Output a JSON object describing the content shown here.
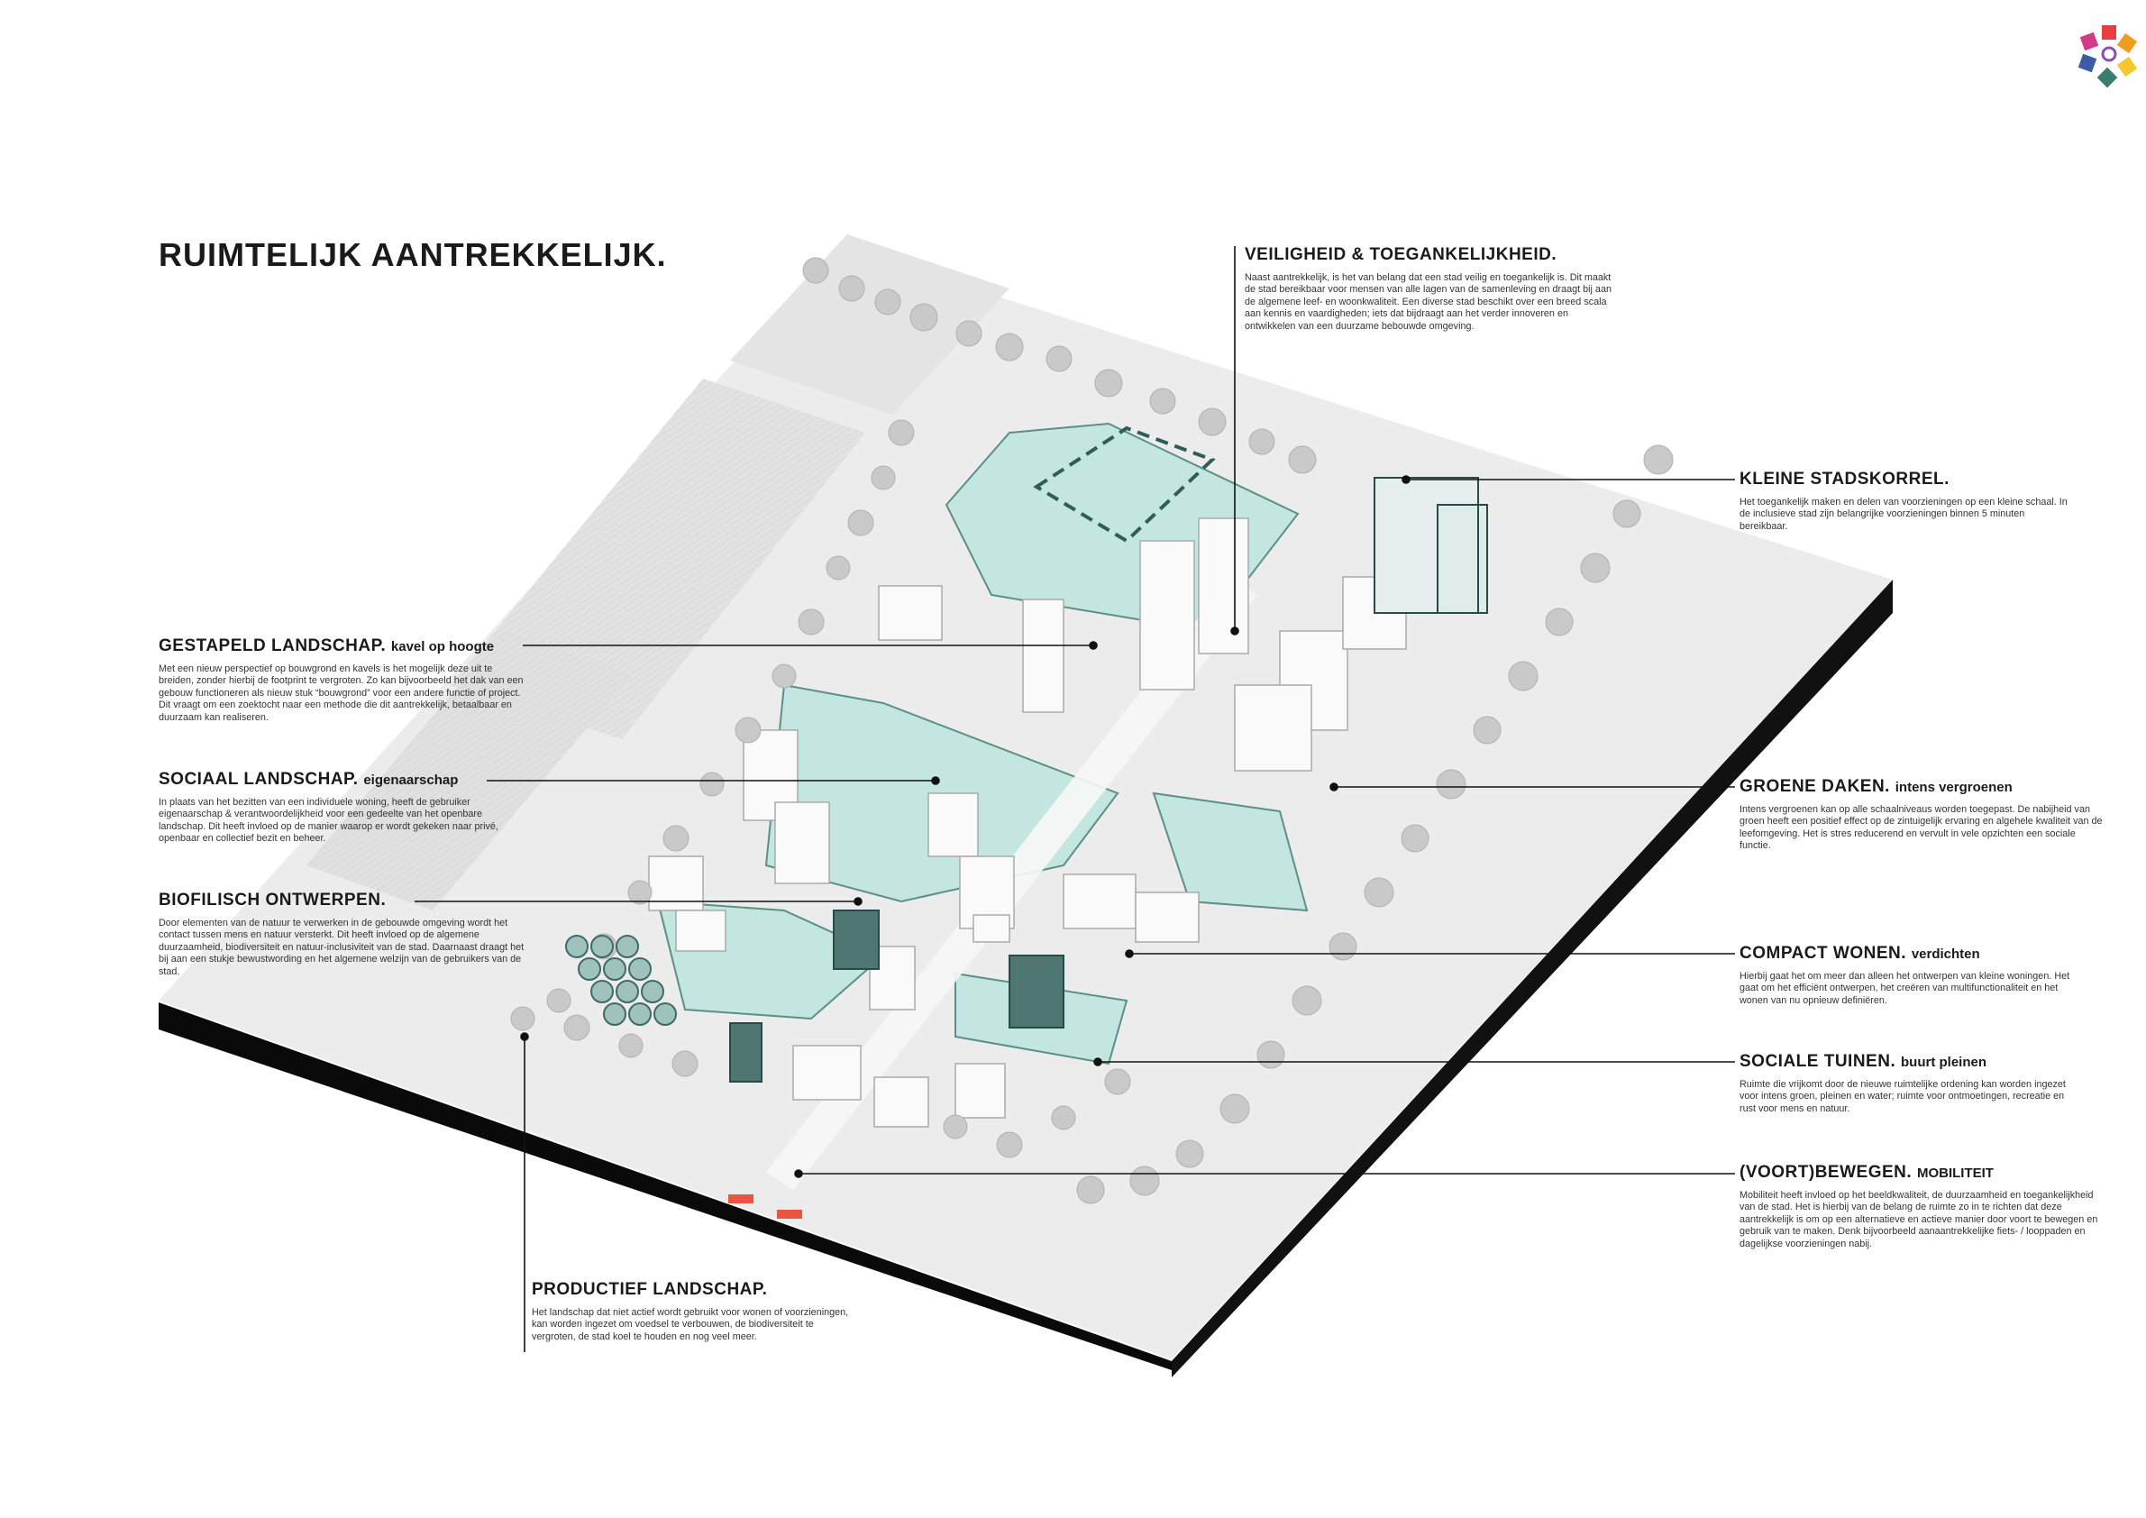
{
  "title": "RUIMTELIJK AANTREKKELIJK.",
  "colors": {
    "accent": "#bfe3dd",
    "accent_dark": "#3f6a65",
    "trees": "#c7c7c7",
    "ground": "#ededed",
    "base": "#0a0a0a"
  },
  "annotations": [
    {
      "id": "veiligheid",
      "heading": "VEILIGHEID & TOEGANKELIJKHEID.",
      "sub": "",
      "body": "Naast aantrekkelijk, is het van belang dat een stad veilig en toegankelijk is. Dit maakt de stad bereikbaar voor mensen van alle lagen van de samenleving en draagt bij aan de algemene leef- en woonkwaliteit. Een diverse stad beschikt over een breed scala aan kennis en vaardigheden; iets dat bijdraagt aan het verder innoveren en ontwikkelen van een duurzame bebouwde omgeving."
    },
    {
      "id": "stadskorrel",
      "heading": "KLEINE STADSKORREL.",
      "sub": "",
      "body": "Het toegankelijk maken en delen van voorzieningen op een kleine schaal. In de inclusieve stad zijn belangrijke voorzieningen binnen 5 minuten bereikbaar."
    },
    {
      "id": "gestapeld",
      "heading": "GESTAPELD LANDSCHAP.",
      "sub": "kavel op hoogte",
      "body": "Met een nieuw perspectief op bouwgrond en kavels is het mogelijk deze uit te breiden, zonder hierbij de footprint te vergroten. Zo kan bijvoorbeeld het dak van een gebouw functioneren als nieuw stuk “bouwgrond” voor een andere functie of project. Dit vraagt om een zoektocht naar een methode die dit aantrekkelijk, betaalbaar en duurzaam kan realiseren."
    },
    {
      "id": "sociaal",
      "heading": "SOCIAAL LANDSCHAP.",
      "sub": "eigenaarschap",
      "body": "In plaats van het bezitten van een individuele woning, heeft de gebruiker eigenaarschap & verantwoordelijkheid voor een gedeelte van het openbare landschap. Dit heeft invloed op de manier waarop er wordt gekeken naar privé, openbaar en collectief bezit en beheer."
    },
    {
      "id": "groene",
      "heading": "GROENE DAKEN.",
      "sub": "intens vergroenen",
      "body": "Intens vergroenen kan op alle schaalniveaus worden toegepast. De nabijheid van groen heeft een positief effect op de zintuigelijk ervaring en algehele kwaliteit van de leefomgeving. Het is stres reducerend en vervult in vele opzichten een sociale functie."
    },
    {
      "id": "biofilisch",
      "heading": "BIOFILISCH ONTWERPEN.",
      "sub": "",
      "body": "Door elementen van de natuur te verwerken in de gebouwde omgeving wordt het contact tussen mens en natuur versterkt. Dit heeft invloed op de algemene duurzaamheid, biodiversiteit en natuur-inclusiviteit van de stad. Daarnaast draagt het bij aan een stukje bewustwording en het algemene welzijn van de gebruikers van de stad."
    },
    {
      "id": "compact",
      "heading": "COMPACT WONEN.",
      "sub": "verdichten",
      "body": "Hierbij gaat het om meer dan alleen het ontwerpen van kleine woningen. Het gaat om het efficiënt ontwerpen, het creëren van multifunctionaliteit en het wonen van nu opnieuw definiëren."
    },
    {
      "id": "tuinen",
      "heading": "SOCIALE TUINEN.",
      "sub": "buurt pleinen",
      "body": "Ruimte die vrijkomt door de nieuwe ruimtelijke ordening kan worden ingezet voor intens groen, pleinen en water; ruimte voor ontmoetingen, recreatie en rust voor mens en natuur."
    },
    {
      "id": "bewegen",
      "heading": "(VOORT)BEWEGEN.",
      "sub": "MOBILITEIT",
      "body": "Mobiliteit heeft invloed op het beeldkwaliteit, de duurzaamheid en toegankelijkheid van de stad. Het is hierbij van de belang de ruimte zo in te richten dat deze aantrekkelijk is om op een alternatieve en actieve manier door voort te bewegen en gebruik van te maken. Denk bijvoorbeeld aanaantrekkelijke fiets- / looppaden en dagelijkse voorzieningen nabij."
    },
    {
      "id": "productief",
      "heading": "PRODUCTIEF LANDSCHAP.",
      "sub": "",
      "body": "Het landschap dat niet actief wordt gebruikt voor wonen of voorzieningen, kan worden ingezet om voedsel te verbouwen, de biodiversiteit te vergroten, de stad koel te houden en nog veel meer."
    }
  ]
}
